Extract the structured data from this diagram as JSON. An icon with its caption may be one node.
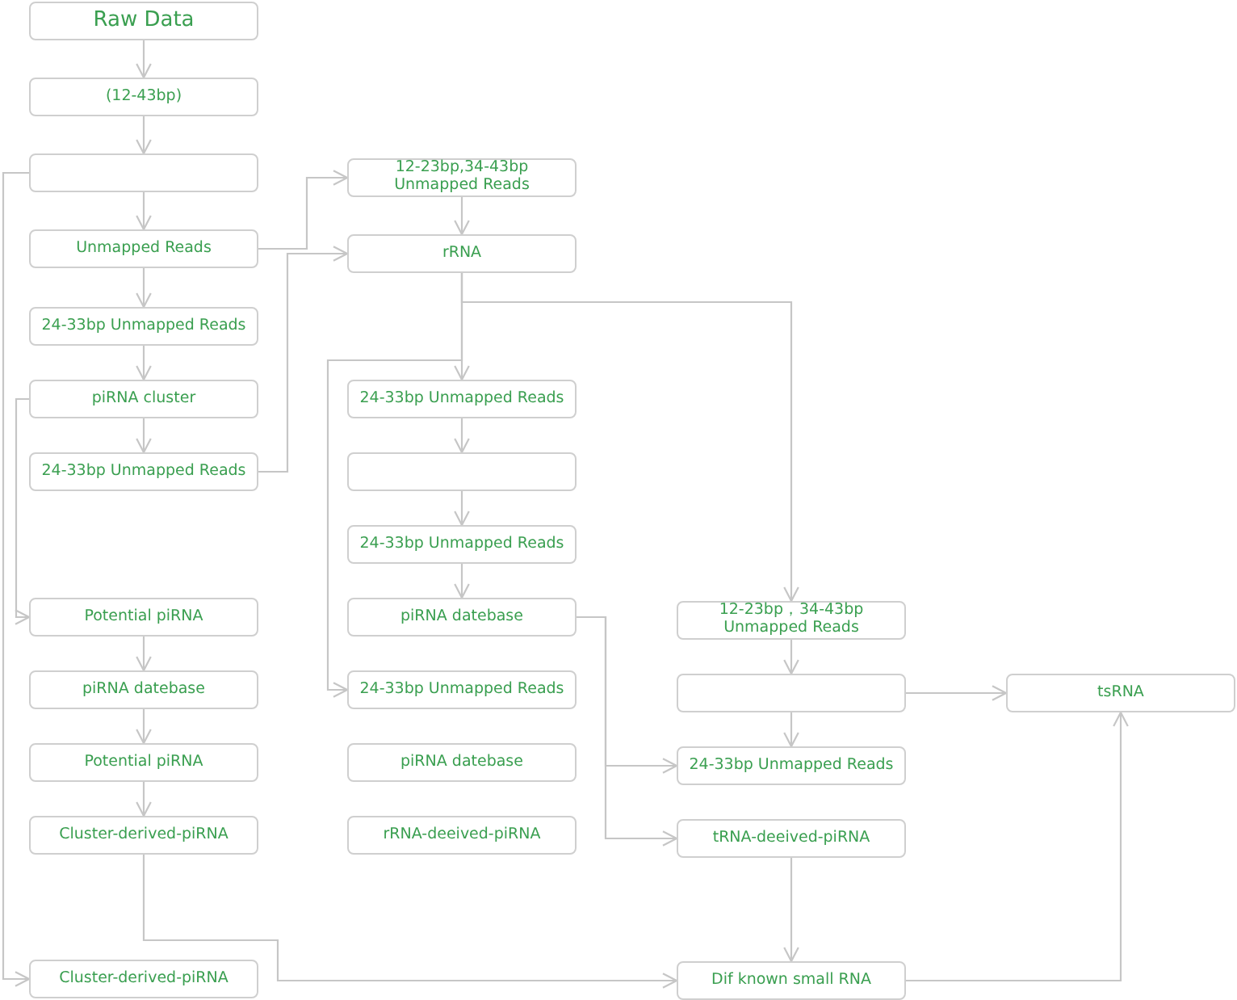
{
  "diagram": {
    "nodes": [
      {
        "text": [
          "Raw Data"
        ]
      },
      {
        "text": [
          "(12-43bp)"
        ]
      },
      {
        "text": [],
        "shape": "box"
      },
      {
        "text": [
          "12-23bp,34-43bp Unmapped Reads"
        ]
      },
      {
        "text": [
          "Unmapped Reads"
        ]
      },
      {
        "text": [
          "rRNA"
        ]
      },
      {
        "text": [
          "24-33bp Unmapped Reads"
        ]
      },
      {
        "text": [
          "piRNA cluster"
        ]
      },
      {
        "text": [
          "24-33bp Unmapped Reads"
        ]
      },
      {
        "text": [
          "24-33bp Unmapped Reads"
        ]
      },
      {
        "text": [],
        "shape": "box"
      },
      {
        "text": [
          "24-33bp Unmapped Reads"
        ]
      },
      {
        "text": [
          "Potential piRNA"
        ]
      },
      {
        "text": [
          "piRNA datebase"
        ]
      },
      {
        "text": [
          "12-23bp，34-43bp Unmapped Reads"
        ]
      },
      {
        "text": [
          "piRNA datebase"
        ]
      },
      {
        "text": [
          "24-33bp Unmapped Reads"
        ]
      },
      {
        "text": [],
        "shape": "box"
      },
      {
        "text": [
          "tsRNA"
        ]
      },
      {
        "text": [
          "Potential piRNA"
        ]
      },
      {
        "text": [
          "piRNA datebase"
        ]
      },
      {
        "text": [
          "24-33bp Unmapped Reads"
        ]
      },
      {
        "text": [
          "Cluster-derived-piRNA"
        ]
      },
      {
        "text": [
          "rRNA-deeived-piRNA"
        ]
      },
      {
        "text": [
          "tRNA-deeived-piRNA"
        ]
      },
      {
        "text": [
          "Cluster-derived-piRNA"
        ]
      },
      {
        "text": [
          "Dif known small RNA"
        ]
      }
    ],
    "edges": [
      {
        "from": 0,
        "to": 1,
        "arrow": "to"
      },
      {
        "from": 1,
        "to": 2,
        "arrow": "to"
      },
      {
        "from": 2,
        "to": 4,
        "arrow": "to"
      },
      {
        "from": 2,
        "to": 25,
        "arrow": "to"
      },
      {
        "from": 4,
        "to": 3,
        "arrow": "to"
      },
      {
        "from": 4,
        "to": 6,
        "arrow": "to"
      },
      {
        "from": 3,
        "to": 5,
        "arrow": "to"
      },
      {
        "from": 6,
        "to": 7,
        "arrow": "to"
      },
      {
        "from": 7,
        "to": 9,
        "arrow": "to"
      },
      {
        "from": 7,
        "to": 12,
        "arrow": "to"
      },
      {
        "from": 9,
        "to": 5,
        "arrow": "to"
      },
      {
        "from": 5,
        "to": 8,
        "arrow": "to"
      },
      {
        "from": 5,
        "to": 14,
        "arrow": "to"
      },
      {
        "from": 5,
        "to": 16,
        "arrow": "to"
      },
      {
        "from": 8,
        "to": 10,
        "arrow": "to"
      },
      {
        "from": 10,
        "to": 11,
        "arrow": "to"
      },
      {
        "from": 11,
        "to": 13,
        "arrow": "to"
      },
      {
        "from": 13,
        "to": 21,
        "arrow": "to"
      },
      {
        "from": 13,
        "to": 24,
        "arrow": "to"
      },
      {
        "from": 12,
        "to": 15,
        "arrow": "to"
      },
      {
        "from": 15,
        "to": 19,
        "arrow": "to"
      },
      {
        "from": 19,
        "to": 22,
        "arrow": "to"
      },
      {
        "from": 14,
        "to": 17,
        "arrow": "to"
      },
      {
        "from": 17,
        "to": 18,
        "arrow": "to"
      },
      {
        "from": 17,
        "to": 21,
        "arrow": "to"
      },
      {
        "from": 24,
        "to": 26,
        "arrow": "to"
      },
      {
        "from": 22,
        "to": 26,
        "arrow": "to"
      },
      {
        "from": 26,
        "to": 18,
        "arrow": "to"
      }
    ]
  }
}
